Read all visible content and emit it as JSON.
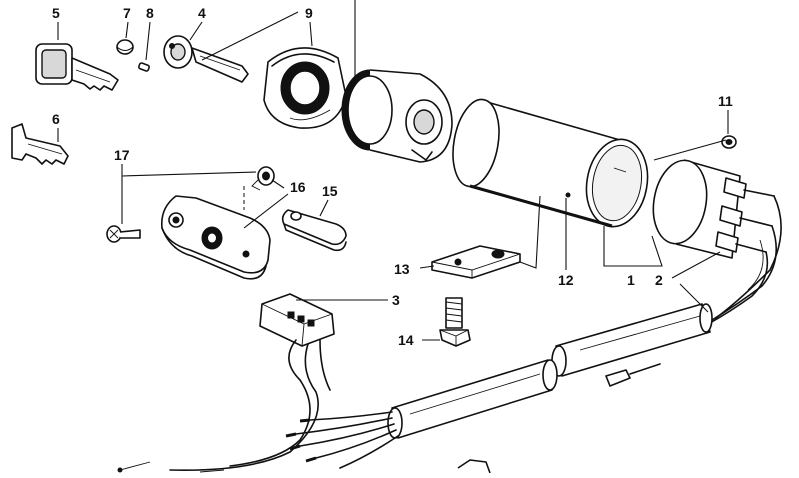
{
  "diagram": {
    "callouts": {
      "n1": "1",
      "n2": "2",
      "n3": "3",
      "n4": "4",
      "n5": "5",
      "n6": "6",
      "n7": "7",
      "n8": "8",
      "n9": "9",
      "n11": "11",
      "n12": "12",
      "n13": "13",
      "n14": "14",
      "n15": "15",
      "n16": "16",
      "n17": "17"
    }
  }
}
